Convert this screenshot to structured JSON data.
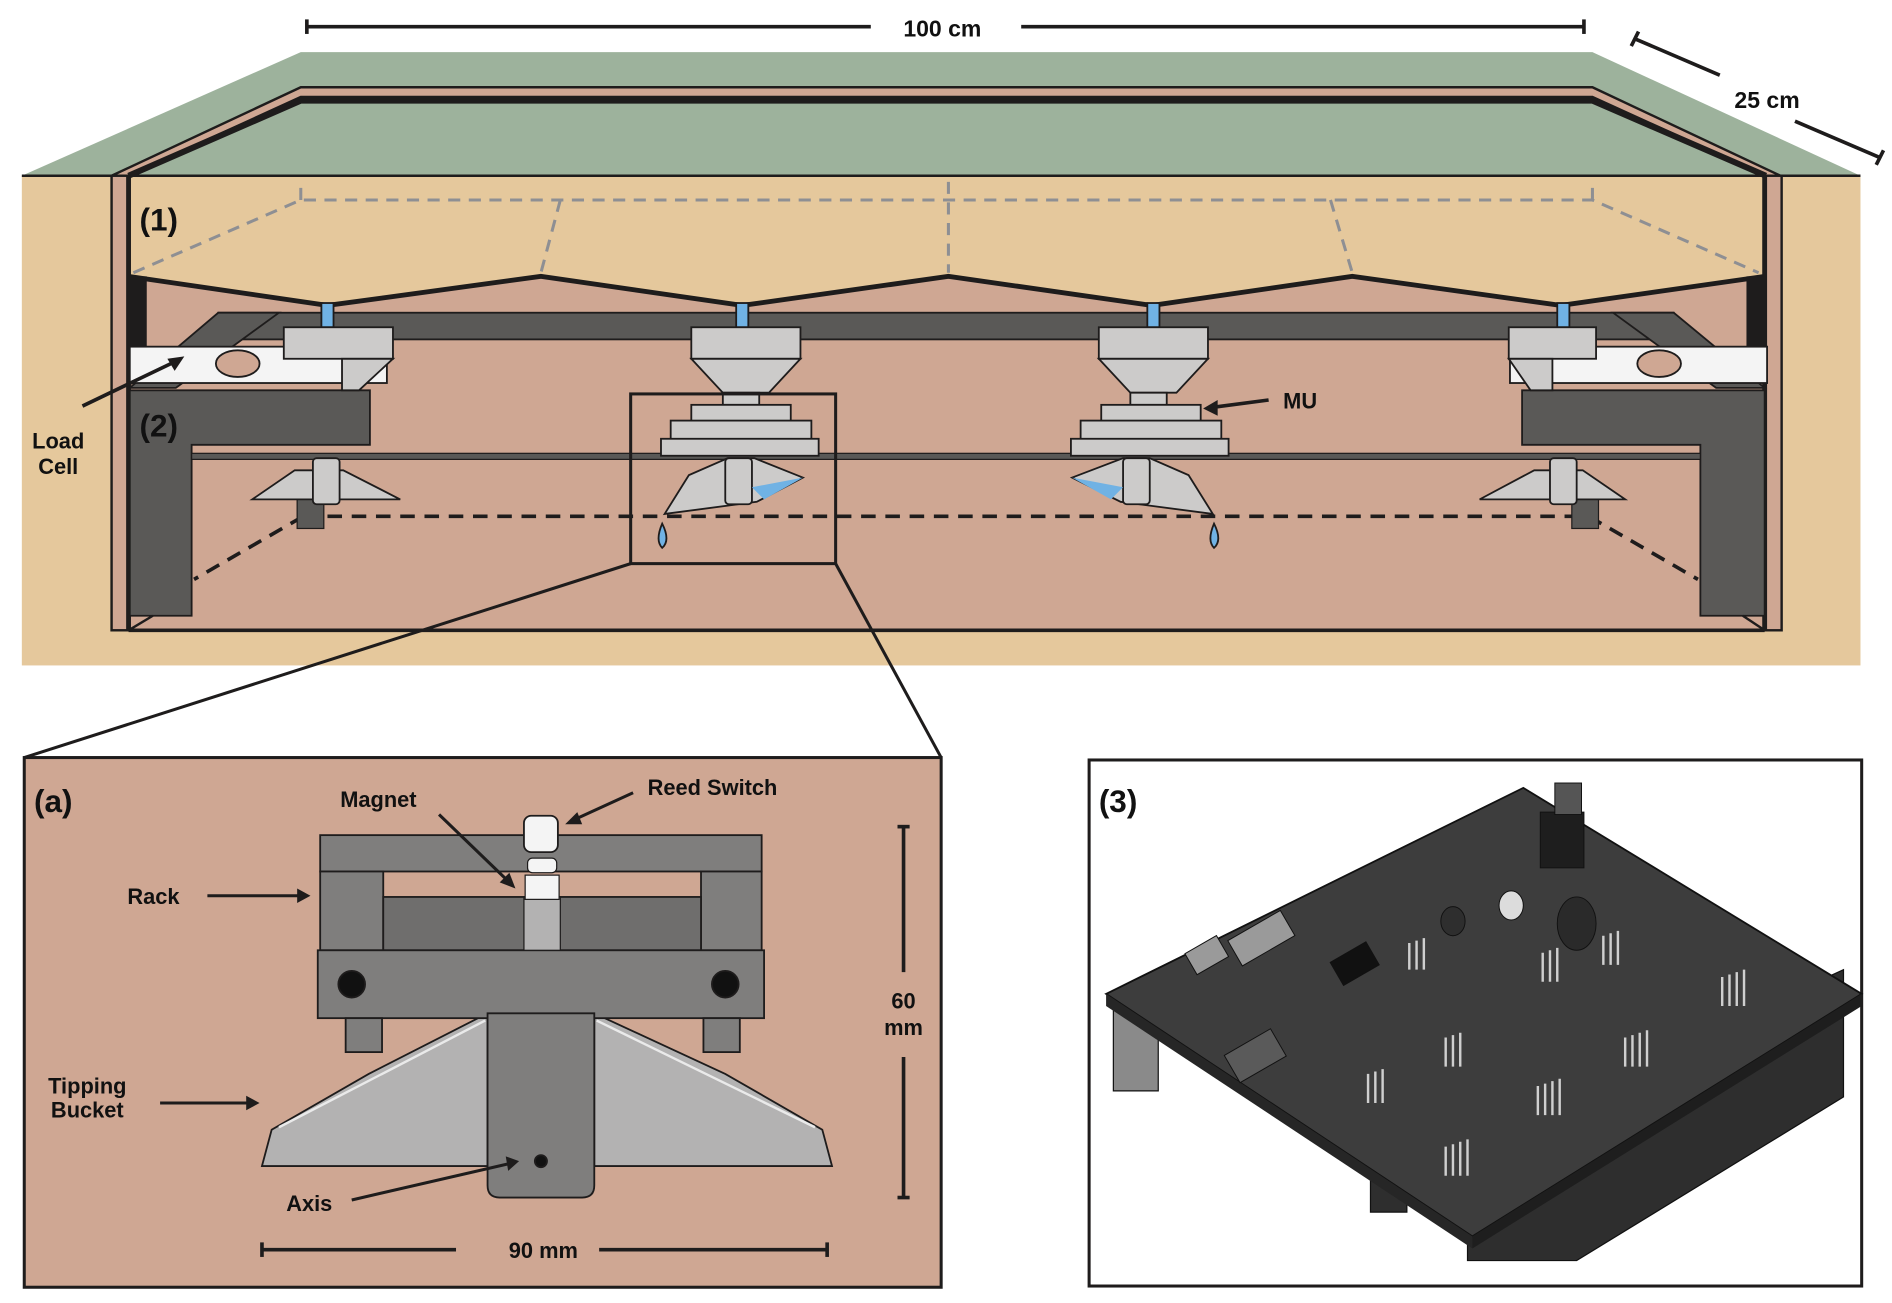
{
  "dimensions": {
    "length": "100 cm",
    "width": "25 cm",
    "inset_height": "60 mm",
    "inset_height_line1": "60",
    "inset_height_line2": "mm",
    "inset_width": "90 mm"
  },
  "panels": {
    "p1": "(1)",
    "p2": "(2)",
    "pa": "(a)",
    "p3": "(3)"
  },
  "labels": {
    "load_cell_line1": "Load",
    "load_cell_line2": "Cell",
    "mu": "MU",
    "magnet": "Magnet",
    "reed_switch": "Reed Switch",
    "rack": "Rack",
    "tipping_bucket_line1": "Tipping",
    "tipping_bucket_line2": "Bucket",
    "axis": "Axis"
  },
  "colors": {
    "grass": "#9db29c",
    "soil_outer": "#e5c89c",
    "soil_inner": "#cfa793",
    "frame_dark": "#5a5957",
    "part_light": "#cccbca",
    "water": "#70b2e4",
    "outline": "#1e1c1c"
  }
}
